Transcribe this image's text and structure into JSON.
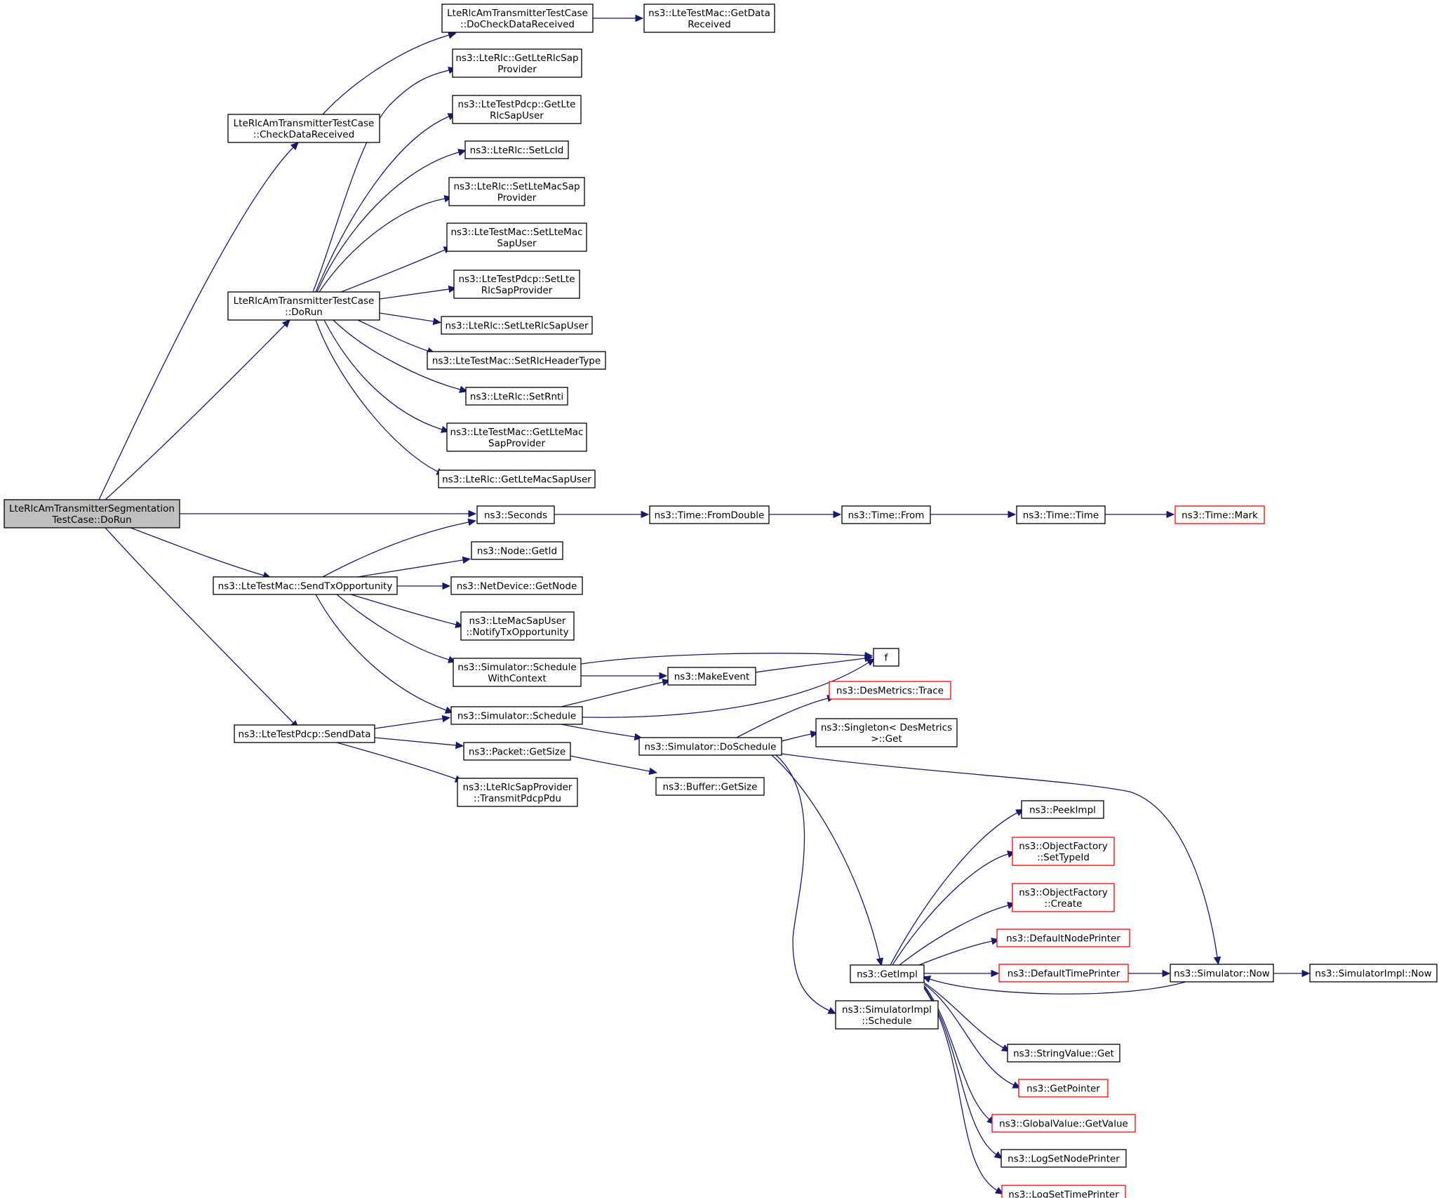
{
  "nodes": [
    {
      "id": "root",
      "lines": [
        "LteRlcAmTransmitterSegmentation",
        "TestCase::DoRun"
      ],
      "style": "root"
    },
    {
      "id": "checkData",
      "lines": [
        "LteRlcAmTransmitterTestCase",
        "::CheckDataReceived"
      ]
    },
    {
      "id": "doCheck",
      "lines": [
        "LteRlcAmTransmitterTestCase",
        "::DoCheckDataReceived"
      ]
    },
    {
      "id": "getDataRecv",
      "lines": [
        "ns3::LteTestMac::GetData",
        "Received"
      ]
    },
    {
      "id": "doRun",
      "lines": [
        "LteRlcAmTransmitterTestCase",
        "::DoRun"
      ]
    },
    {
      "id": "getLteRlcSapProv",
      "lines": [
        "ns3::LteRlc::GetLteRlcSap",
        "Provider"
      ]
    },
    {
      "id": "pdcpGetLteRlcSapUser",
      "lines": [
        "ns3::LteTestPdcp::GetLte",
        "RlcSapUser"
      ]
    },
    {
      "id": "setLcId",
      "lines": [
        "ns3::LteRlc::SetLcId"
      ]
    },
    {
      "id": "setLteMacSapProv",
      "lines": [
        "ns3::LteRlc::SetLteMacSap",
        "Provider"
      ]
    },
    {
      "id": "macSetLteMacSapUser",
      "lines": [
        "ns3::LteTestMac::SetLteMac",
        "SapUser"
      ]
    },
    {
      "id": "pdcpSetLteRlcSapProv",
      "lines": [
        "ns3::LteTestPdcp::SetLte",
        "RlcSapProvider"
      ]
    },
    {
      "id": "setLteRlcSapUser",
      "lines": [
        "ns3::LteRlc::SetLteRlcSapUser"
      ]
    },
    {
      "id": "setRlcHeaderType",
      "lines": [
        "ns3::LteTestMac::SetRlcHeaderType"
      ]
    },
    {
      "id": "setRnti",
      "lines": [
        "ns3::LteRlc::SetRnti"
      ]
    },
    {
      "id": "macGetLteMacSapProv",
      "lines": [
        "ns3::LteTestMac::GetLteMac",
        "SapProvider"
      ]
    },
    {
      "id": "getLteMacSapUser",
      "lines": [
        "ns3::LteRlc::GetLteMacSapUser"
      ]
    },
    {
      "id": "seconds",
      "lines": [
        "ns3::Seconds"
      ]
    },
    {
      "id": "fromDouble",
      "lines": [
        "ns3::Time::FromDouble"
      ]
    },
    {
      "id": "timeFrom",
      "lines": [
        "ns3::Time::From"
      ]
    },
    {
      "id": "timeTime",
      "lines": [
        "ns3::Time::Time"
      ]
    },
    {
      "id": "timeMark",
      "lines": [
        "ns3::Time::Mark"
      ],
      "style": "red"
    },
    {
      "id": "sendTx",
      "lines": [
        "ns3::LteTestMac::SendTxOpportunity"
      ]
    },
    {
      "id": "getId",
      "lines": [
        "ns3::Node::GetId"
      ]
    },
    {
      "id": "getNode",
      "lines": [
        "ns3::NetDevice::GetNode"
      ]
    },
    {
      "id": "notifyTx",
      "lines": [
        "ns3::LteMacSapUser",
        "::NotifyTxOpportunity"
      ]
    },
    {
      "id": "schedWithCtx",
      "lines": [
        "ns3::Simulator::Schedule",
        "WithContext"
      ]
    },
    {
      "id": "f",
      "lines": [
        "f"
      ]
    },
    {
      "id": "makeEvent",
      "lines": [
        "ns3::MakeEvent"
      ]
    },
    {
      "id": "desTrace",
      "lines": [
        "ns3::DesMetrics::Trace"
      ],
      "style": "red"
    },
    {
      "id": "sendData",
      "lines": [
        "ns3::LteTestPdcp::SendData"
      ]
    },
    {
      "id": "schedule",
      "lines": [
        "ns3::Simulator::Schedule"
      ]
    },
    {
      "id": "singletonGet",
      "lines": [
        "ns3::Singleton< DesMetrics",
        ">::Get"
      ]
    },
    {
      "id": "doSchedule",
      "lines": [
        "ns3::Simulator::DoSchedule"
      ]
    },
    {
      "id": "packetGetSize",
      "lines": [
        "ns3::Packet::GetSize"
      ]
    },
    {
      "id": "bufferGetSize",
      "lines": [
        "ns3::Buffer::GetSize"
      ]
    },
    {
      "id": "transmitPdcp",
      "lines": [
        "ns3::LteRlcSapProvider",
        "::TransmitPdcpPdu"
      ]
    },
    {
      "id": "peekImpl",
      "lines": [
        "ns3::PeekImpl"
      ]
    },
    {
      "id": "ofSetTypeId",
      "lines": [
        "ns3::ObjectFactory",
        "::SetTypeId"
      ],
      "style": "red"
    },
    {
      "id": "ofCreate",
      "lines": [
        "ns3::ObjectFactory",
        "::Create"
      ],
      "style": "red"
    },
    {
      "id": "defNodePrinter",
      "lines": [
        "ns3::DefaultNodePrinter"
      ],
      "style": "red"
    },
    {
      "id": "getImpl",
      "lines": [
        "ns3::GetImpl"
      ]
    },
    {
      "id": "defTimePrinter",
      "lines": [
        "ns3::DefaultTimePrinter"
      ],
      "style": "red"
    },
    {
      "id": "simNow",
      "lines": [
        "ns3::Simulator::Now"
      ]
    },
    {
      "id": "implNow",
      "lines": [
        "ns3::SimulatorImpl::Now"
      ]
    },
    {
      "id": "implSchedule",
      "lines": [
        "ns3::SimulatorImpl",
        "::Schedule"
      ]
    },
    {
      "id": "stringValueGet",
      "lines": [
        "ns3::StringValue::Get"
      ]
    },
    {
      "id": "getPointer",
      "lines": [
        "ns3::GetPointer"
      ],
      "style": "red"
    },
    {
      "id": "globalGetValue",
      "lines": [
        "ns3::GlobalValue::GetValue"
      ],
      "style": "red"
    },
    {
      "id": "logSetNode",
      "lines": [
        "ns3::LogSetNodePrinter"
      ]
    },
    {
      "id": "logSetTime",
      "lines": [
        "ns3::LogSetTimePrinter"
      ],
      "style": "red"
    }
  ],
  "edges": [
    {
      "from": "root",
      "to": "checkData"
    },
    {
      "from": "root",
      "to": "doRun"
    },
    {
      "from": "root",
      "to": "seconds"
    },
    {
      "from": "root",
      "to": "sendTx"
    },
    {
      "from": "root",
      "to": "sendData"
    },
    {
      "from": "checkData",
      "to": "doCheck"
    },
    {
      "from": "doCheck",
      "to": "getDataRecv"
    },
    {
      "from": "doRun",
      "to": "getLteRlcSapProv"
    },
    {
      "from": "doRun",
      "to": "pdcpGetLteRlcSapUser"
    },
    {
      "from": "doRun",
      "to": "setLcId"
    },
    {
      "from": "doRun",
      "to": "setLteMacSapProv"
    },
    {
      "from": "doRun",
      "to": "macSetLteMacSapUser"
    },
    {
      "from": "doRun",
      "to": "pdcpSetLteRlcSapProv"
    },
    {
      "from": "doRun",
      "to": "setLteRlcSapUser"
    },
    {
      "from": "doRun",
      "to": "setRlcHeaderType"
    },
    {
      "from": "doRun",
      "to": "setRnti"
    },
    {
      "from": "doRun",
      "to": "macGetLteMacSapProv"
    },
    {
      "from": "doRun",
      "to": "getLteMacSapUser"
    },
    {
      "from": "seconds",
      "to": "fromDouble"
    },
    {
      "from": "fromDouble",
      "to": "timeFrom"
    },
    {
      "from": "timeFrom",
      "to": "timeTime"
    },
    {
      "from": "timeTime",
      "to": "timeMark"
    },
    {
      "from": "sendTx",
      "to": "seconds"
    },
    {
      "from": "sendTx",
      "to": "getId"
    },
    {
      "from": "sendTx",
      "to": "getNode"
    },
    {
      "from": "sendTx",
      "to": "notifyTx"
    },
    {
      "from": "sendTx",
      "to": "schedWithCtx"
    },
    {
      "from": "sendTx",
      "to": "schedule"
    },
    {
      "from": "schedWithCtx",
      "to": "f"
    },
    {
      "from": "schedWithCtx",
      "to": "makeEvent"
    },
    {
      "from": "makeEvent",
      "to": "f"
    },
    {
      "from": "schedule",
      "to": "makeEvent"
    },
    {
      "from": "schedule",
      "to": "f"
    },
    {
      "from": "schedule",
      "to": "doSchedule"
    },
    {
      "from": "sendData",
      "to": "schedule"
    },
    {
      "from": "sendData",
      "to": "packetGetSize"
    },
    {
      "from": "sendData",
      "to": "transmitPdcp"
    },
    {
      "from": "packetGetSize",
      "to": "bufferGetSize"
    },
    {
      "from": "doSchedule",
      "to": "desTrace"
    },
    {
      "from": "doSchedule",
      "to": "singletonGet"
    },
    {
      "from": "doSchedule",
      "to": "simNow"
    },
    {
      "from": "doSchedule",
      "to": "getImpl"
    },
    {
      "from": "doSchedule",
      "to": "implSchedule"
    },
    {
      "from": "getImpl",
      "to": "peekImpl"
    },
    {
      "from": "getImpl",
      "to": "ofSetTypeId"
    },
    {
      "from": "getImpl",
      "to": "ofCreate"
    },
    {
      "from": "getImpl",
      "to": "defNodePrinter"
    },
    {
      "from": "getImpl",
      "to": "defTimePrinter"
    },
    {
      "from": "getImpl",
      "to": "stringValueGet"
    },
    {
      "from": "getImpl",
      "to": "getPointer"
    },
    {
      "from": "getImpl",
      "to": "globalGetValue"
    },
    {
      "from": "getImpl",
      "to": "logSetNode"
    },
    {
      "from": "getImpl",
      "to": "logSetTime"
    },
    {
      "from": "defTimePrinter",
      "to": "simNow"
    },
    {
      "from": "simNow",
      "to": "getImpl"
    },
    {
      "from": "simNow",
      "to": "implNow"
    }
  ],
  "colors": {
    "edge": "#191970",
    "root_fill": "#bfbfbf",
    "red_border": "#ff0000"
  }
}
